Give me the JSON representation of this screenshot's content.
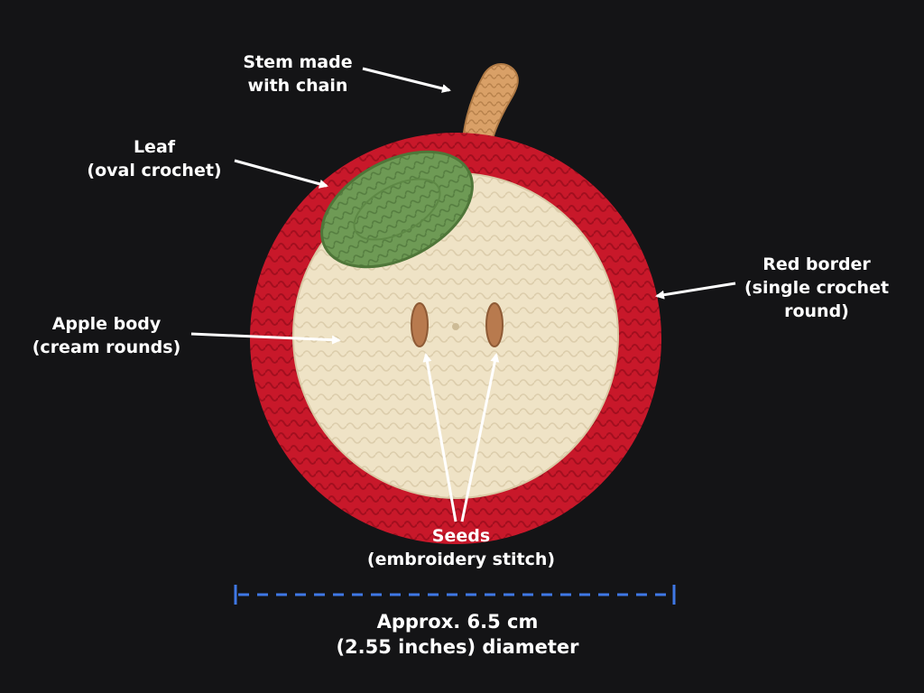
{
  "labels": {
    "stem": {
      "line1": "Stem made",
      "line2": "with chain"
    },
    "leaf": {
      "line1": "Leaf",
      "line2": "(oval crochet)"
    },
    "border": {
      "line1": "Red border",
      "line2": "(single crochet",
      "line3": "round)"
    },
    "body": {
      "line1": "Apple body",
      "line2": "(cream rounds)"
    },
    "seeds": {
      "line1": "Seeds",
      "line2": "(embroidery stitch)"
    }
  },
  "measurement": {
    "line1": "Approx. 6.5 cm",
    "line2": "(2.55 inches) diameter"
  },
  "colors": {
    "background": "#141416",
    "border_red": "#c8182a",
    "cream": "#efe3c6",
    "leaf_green": "#6e9a55",
    "stem_tan": "#d9a067",
    "seed_brown": "#b87a4e",
    "arrow_white": "#ffffff",
    "measure_blue": "#3f78e6"
  }
}
